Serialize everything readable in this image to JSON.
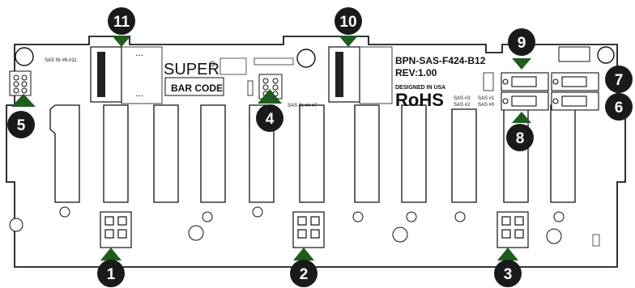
{
  "board": {
    "model": "BPN-SAS-F424-B12",
    "revision": "REV:1.00",
    "designed_in": "DESIGNED IN USA",
    "rohs": "RoHS",
    "brand": "SUPERO",
    "bar_code": "BAR CODE",
    "sas_in_left": "SAS IN #8-#11",
    "sas_in_mid": "SAS IN #4-#7",
    "sas3": "SAS #3",
    "sas2": "SAS #2",
    "sas1": "SAS #1",
    "sas0": "SAS #0"
  },
  "callouts": [
    "1",
    "2",
    "3",
    "4",
    "5",
    "6",
    "7",
    "8",
    "9",
    "10",
    "11"
  ],
  "colors": {
    "pcb_outline": "#1a1a1a",
    "callout_fill": "#1a1a1a",
    "arrow_fill": "#1f5c1f"
  }
}
